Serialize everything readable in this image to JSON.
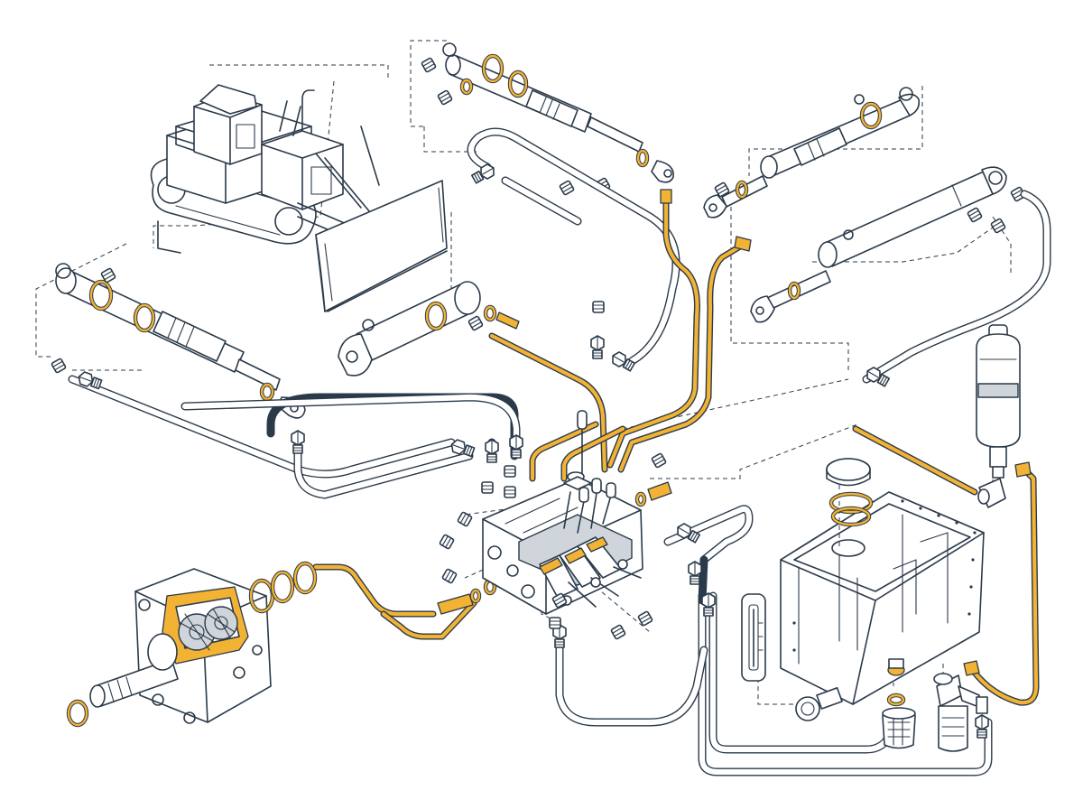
{
  "diagram": {
    "style": "isometric exploded line drawing",
    "components": [
      "bulldozer",
      "blade-lift-cylinder",
      "blade-tilt-cylinder",
      "ripper-cylinder",
      "boom-cylinder",
      "pivot-cylinder",
      "control-valve-block",
      "gear-pump",
      "hydraulic-reservoir",
      "filler-cap",
      "sight-gauge",
      "accumulator",
      "suction-strainer",
      "return-filter"
    ],
    "colors": {
      "line": "#2b3a4a",
      "accent": "#f2b233",
      "background": "#ffffff",
      "shade": "#cfd5db"
    }
  }
}
